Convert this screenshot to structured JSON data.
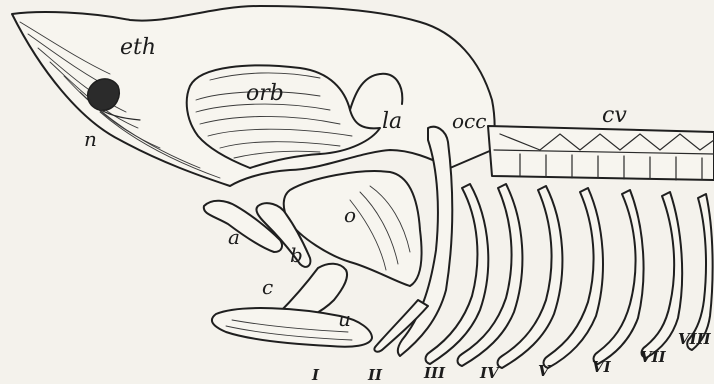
{
  "figure": {
    "labels": {
      "eth": "eth",
      "orb": "orb",
      "la": "la",
      "occ": "occ",
      "cv": "cv",
      "n": "n",
      "a": "a",
      "b": "b",
      "c": "c",
      "o": "o",
      "u": "u",
      "arch_1": "I",
      "arch_2": "II",
      "arch_3": "III",
      "arch_4": "IV",
      "arch_5": "V",
      "arch_6": "VI",
      "arch_7": "VII",
      "arch_8": "VIII"
    }
  }
}
